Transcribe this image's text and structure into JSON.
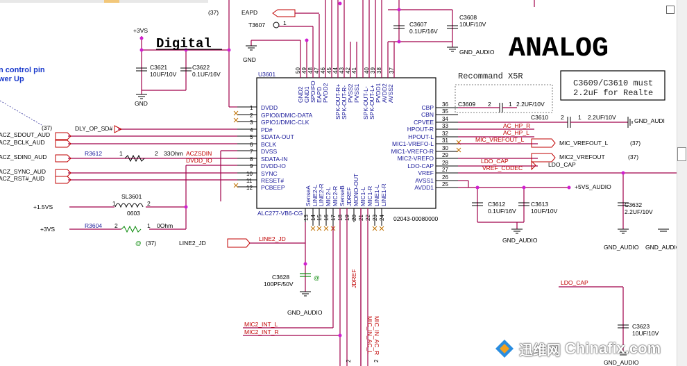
{
  "sheet": {
    "title_analog": "ANALOG",
    "title_digital": "Digital",
    "recommand": "Recommand X5R",
    "note_line1": "C3609/C3610 must",
    "note_line2": "2.2uF for Realte",
    "left_note_line1": "n control pin",
    "left_note_line2": "wer Up"
  },
  "chip": {
    "ref": "U3601",
    "part": "ALC277-VB6-CG",
    "code": "02043-00080000",
    "left_pins": [
      {
        "num": "1",
        "name": "DVDD"
      },
      {
        "num": "2",
        "name": "GPIO0/DMIC-DATA"
      },
      {
        "num": "3",
        "name": "GPIO1/DMIC-CLK"
      },
      {
        "num": "4",
        "name": "PD#"
      },
      {
        "num": "5",
        "name": "SDATA-OUT"
      },
      {
        "num": "6",
        "name": "BCLK"
      },
      {
        "num": "7",
        "name": "DVSS"
      },
      {
        "num": "8",
        "name": "SDATA-IN"
      },
      {
        "num": "9",
        "name": "DVDD-IO"
      },
      {
        "num": "10",
        "name": "SYNC"
      },
      {
        "num": "11",
        "name": "RESET#"
      },
      {
        "num": "12",
        "name": "PCBEEP"
      }
    ],
    "right_pins": [
      {
        "num": "36",
        "name": "CBP"
      },
      {
        "num": "35",
        "name": "CBN"
      },
      {
        "num": "34",
        "name": "CPVEE"
      },
      {
        "num": "33",
        "name": "HPOUT-R"
      },
      {
        "num": "32",
        "name": "HPOUT-L"
      },
      {
        "num": "31",
        "name": "MIC1-VREFO-L"
      },
      {
        "num": "30",
        "name": "MIC1-VREFO-R"
      },
      {
        "num": "29",
        "name": "MIC2-VREFO"
      },
      {
        "num": "28",
        "name": "LDO-CAP"
      },
      {
        "num": "27",
        "name": "VREF"
      },
      {
        "num": "26",
        "name": "AVSS1"
      },
      {
        "num": "25",
        "name": "AVDD1"
      }
    ],
    "top_pins": [
      {
        "num": "50",
        "name": "GND2"
      },
      {
        "num": "49",
        "name": "GND1"
      },
      {
        "num": "48",
        "name": "SPDIFO"
      },
      {
        "num": "47",
        "name": "EAPD"
      },
      {
        "num": "46",
        "name": "PVDD2"
      },
      {
        "num": "45",
        "name": "SPK-OUT-R+"
      },
      {
        "num": "44",
        "name": "SPK-OUT-R-"
      },
      {
        "num": "43",
        "name": "PVSS2"
      },
      {
        "num": "42",
        "name": "PVSS1"
      },
      {
        "num": "41",
        "name": "SPK-OUT-L-"
      },
      {
        "num": "40",
        "name": "SPK-OUT-L+"
      },
      {
        "num": "39",
        "name": "PVDD1"
      },
      {
        "num": "38",
        "name": "AVDD2"
      },
      {
        "num": "37",
        "name": "AVSS2"
      }
    ],
    "bottom_pins": [
      {
        "num": "13",
        "name": "SenseA"
      },
      {
        "num": "14",
        "name": "LINE2-L"
      },
      {
        "num": "15",
        "name": "LINE2-R"
      },
      {
        "num": "16",
        "name": "MIC2-L"
      },
      {
        "num": "17",
        "name": "MIC2-R"
      },
      {
        "num": "18",
        "name": "SenseB"
      },
      {
        "num": "19",
        "name": "JDREF"
      },
      {
        "num": "20",
        "name": "MONO-OUT"
      },
      {
        "num": "21",
        "name": "MIC1-L"
      },
      {
        "num": "22",
        "name": "MIC1-R"
      },
      {
        "num": "23",
        "name": "LINE1-L"
      },
      {
        "num": "24",
        "name": "LINE1-R"
      }
    ]
  },
  "nets": {
    "p3vs_top": "+3VS",
    "p3vs_bot": "+3VS",
    "p15vs": "+1.5VS",
    "p5vs_audio": "+5VS_AUDIO",
    "eapd": "EAPD",
    "ref37": "(37)",
    "t3607": "T3607",
    "t3607_pin": "1",
    "dly_op": "DLY_OP_SD#",
    "sdout": "ACZ_SDOUT_AUD",
    "bclk": "ACZ_BCLK_AUD",
    "sdin0": "ACZ_SDIN0_AUD",
    "sync": "ACZ_SYNC_AUD",
    "rst": "ACZ_RST#_AUD",
    "aczsdin": "ACZSDIN",
    "dvdd_io": "DVDD_IO",
    "line2_jd": "LINE2_JD",
    "line2_jd_red": "LINE2_JD",
    "jdref": "JDREF",
    "mic_in_ac_r": "MIC_IN_AC_R",
    "mic_in_ac_l": "MIC_IN_AC_L",
    "mic2_int_l": "MIC2_INT_L",
    "mic2_int_r": "MIC2_INT_R",
    "ac_hp_r": "AC_HP_R",
    "ac_hp_l": "AC_HP_L",
    "mic_vrefout_l_red": "MIC_VREFOUT_L",
    "mic_vrefout_l": "MIC_VREFOUT_L",
    "mic2_vrefout": "MIC2_VREFOUT",
    "ldo_cap_red": "LDO_CAP",
    "ldo_cap": "LDO_CAP",
    "ldo_cap_lower": "LDO_CAP",
    "vref_codec": "VREF_CODEC",
    "gnd": "GND",
    "gnd_audio": "GND_AUDIO",
    "gnd_audi_trunc": "GND_AUDI"
  },
  "parts": {
    "c3621": {
      "ref": "C3621",
      "val": "10UF/10V"
    },
    "c3622": {
      "ref": "C3622",
      "val": "0.1UF/16V"
    },
    "c3607": {
      "ref": "C3607",
      "val": "0.1UF/16V"
    },
    "c3608": {
      "ref": "C3608",
      "val": "10UF/10V"
    },
    "c3609": {
      "ref": "C3609",
      "val": "2.2UF/10V"
    },
    "c3610": {
      "ref": "C3610",
      "val": "2.2UF/10V"
    },
    "c3612": {
      "ref": "C3612",
      "val": "0.1UF/16V"
    },
    "c3613": {
      "ref": "C3613",
      "val": "10UF/10V"
    },
    "c3632": {
      "ref": "C3632",
      "val": "2.2UF/10V"
    },
    "c3628": {
      "ref": "C3628",
      "val": "100PF/50V"
    },
    "c3623": {
      "ref": "C3623",
      "val": "10UF/10V"
    },
    "r3612": {
      "ref": "R3612",
      "val": "33Ohm"
    },
    "r3604": {
      "ref": "R3604",
      "val": "0Ohm"
    },
    "sl3601": {
      "ref": "SL3601",
      "val": "0603"
    }
  },
  "watermark": {
    "cn": "迅维网",
    "en": "Chinafix.com"
  },
  "colors": {
    "wire": "#a0004a",
    "pin_text": "#1a1a9a",
    "net_red": "#c00000",
    "junction": "#d020d0"
  }
}
